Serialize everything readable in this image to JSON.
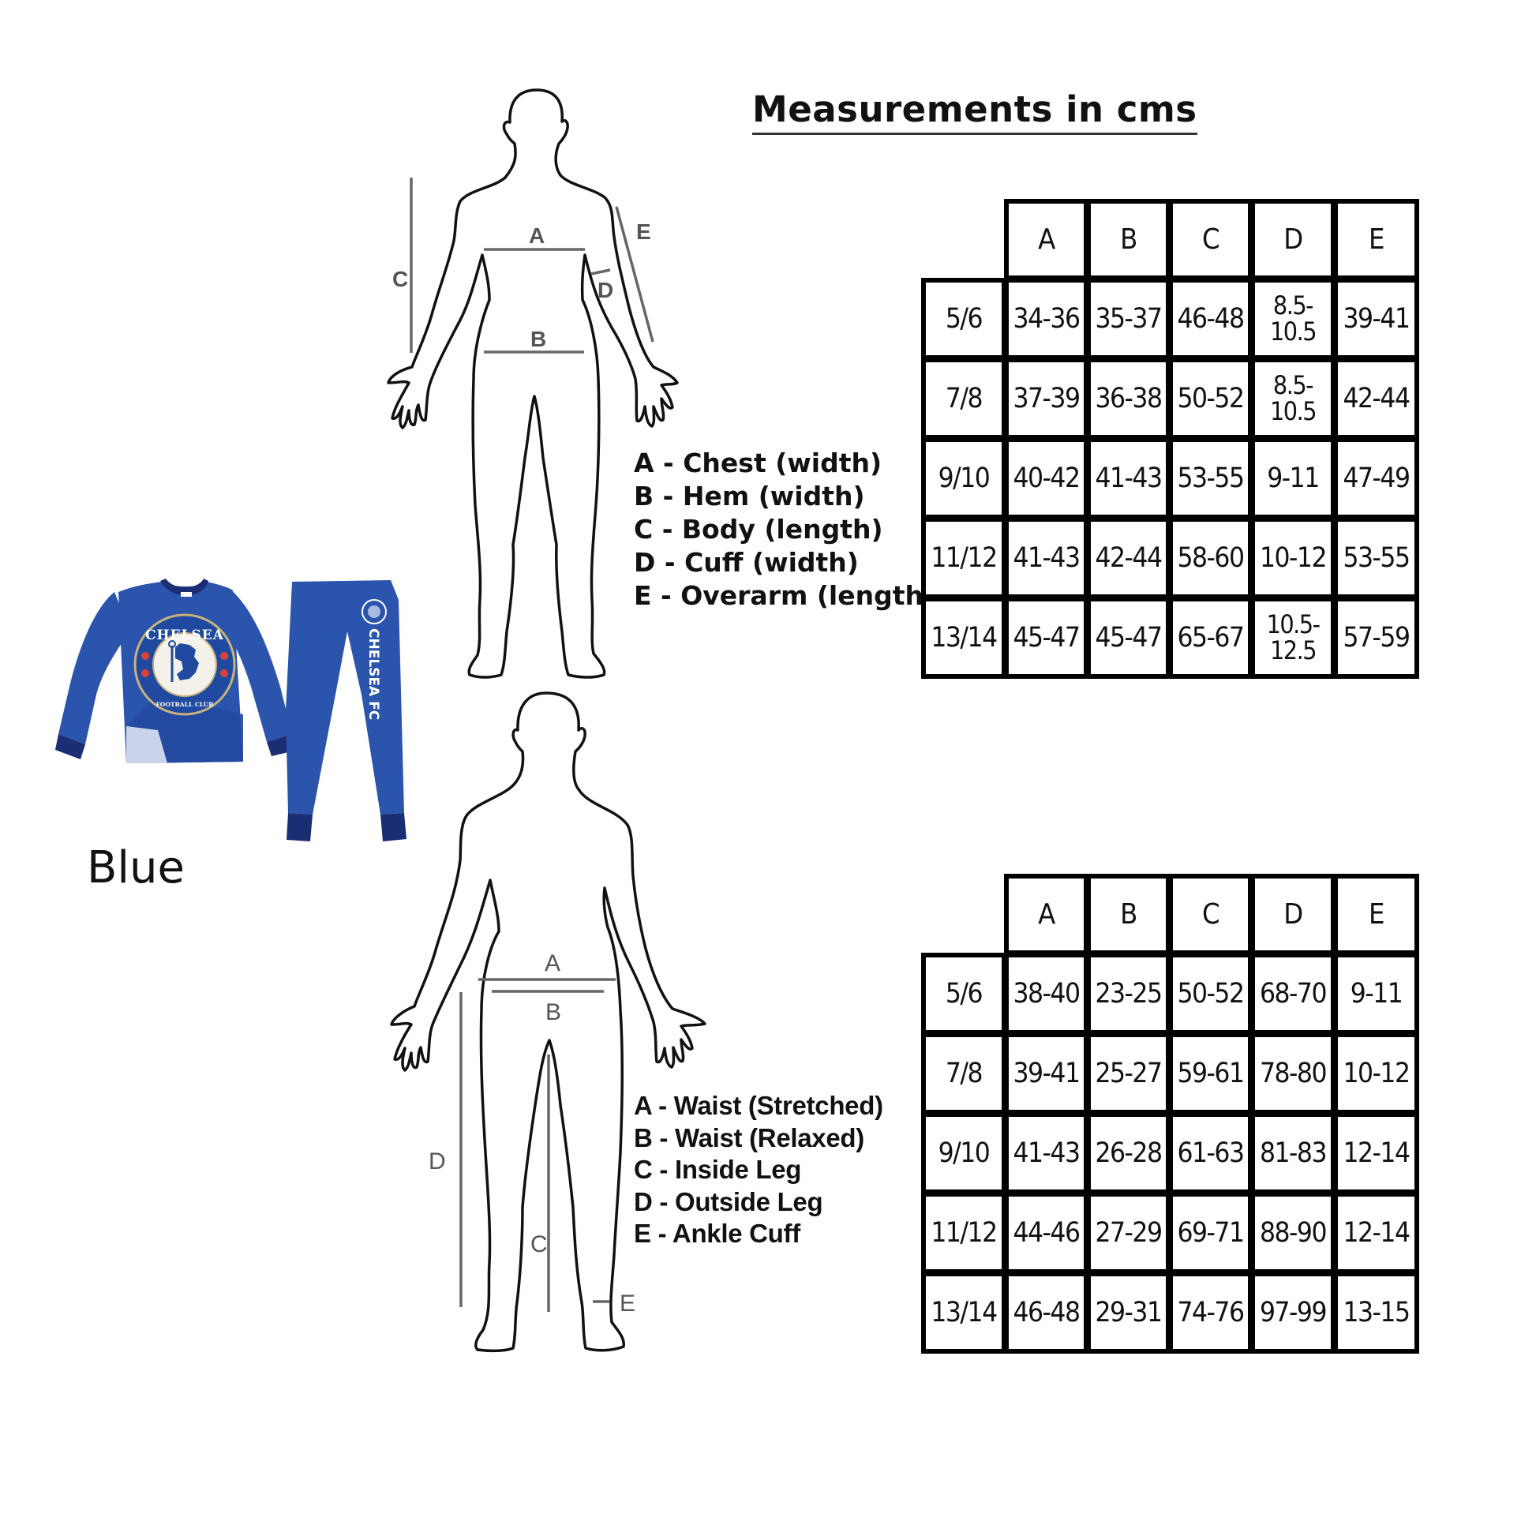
{
  "title": "Measurements in cms",
  "top_section": {
    "figure_labels": {
      "A": "A",
      "B": "B",
      "C": "C",
      "D": "D",
      "E": "E"
    },
    "legend": [
      "A - Chest (width)",
      "B - Hem (width)",
      "C - Body (length)",
      "D - Cuff (width)",
      "E - Overarm (length)"
    ],
    "table": {
      "columns": [
        "A",
        "B",
        "C",
        "D",
        "E"
      ],
      "rows": [
        {
          "size": "5/6",
          "values": [
            "34-36",
            "35-37",
            "46-48",
            "8.5-\n10.5",
            "39-41"
          ]
        },
        {
          "size": "7/8",
          "values": [
            "37-39",
            "36-38",
            "50-52",
            "8.5-\n10.5",
            "42-44"
          ]
        },
        {
          "size": "9/10",
          "values": [
            "40-42",
            "41-43",
            "53-55",
            "9-11",
            "47-49"
          ]
        },
        {
          "size": "11/12",
          "values": [
            "41-43",
            "42-44",
            "58-60",
            "10-12",
            "53-55"
          ]
        },
        {
          "size": "13/14",
          "values": [
            "45-47",
            "45-47",
            "65-67",
            "10.5-\n12.5",
            "57-59"
          ]
        }
      ]
    }
  },
  "bottom_section": {
    "figure_labels": {
      "A": "A",
      "B": "B",
      "C": "C",
      "D": "D",
      "E": "E"
    },
    "legend": [
      "A - Waist (Stretched)",
      "B - Waist (Relaxed)",
      "C - Inside Leg",
      "D - Outside Leg",
      "E - Ankle Cuff"
    ],
    "table": {
      "columns": [
        "A",
        "B",
        "C",
        "D",
        "E"
      ],
      "rows": [
        {
          "size": "5/6",
          "values": [
            "38-40",
            "23-25",
            "50-52",
            "68-70",
            "9-11"
          ]
        },
        {
          "size": "7/8",
          "values": [
            "39-41",
            "25-27",
            "59-61",
            "78-80",
            "10-12"
          ]
        },
        {
          "size": "9/10",
          "values": [
            "41-43",
            "26-28",
            "61-63",
            "81-83",
            "12-14"
          ]
        },
        {
          "size": "11/12",
          "values": [
            "44-46",
            "27-29",
            "69-71",
            "88-90",
            "12-14"
          ]
        },
        {
          "size": "13/14",
          "values": [
            "46-48",
            "29-31",
            "74-76",
            "97-99",
            "13-15"
          ]
        }
      ]
    }
  },
  "product": {
    "color_label": "Blue",
    "crest_top_text": "CHELSEA",
    "crest_bottom_text": "FOOTBALL CLUB",
    "pants_text": "CHELSEA FC",
    "colors": {
      "garment_blue": "#2b54ad",
      "garment_dark": "#1b2d73",
      "crest_gold": "#c8b27c",
      "crest_red": "#d9423c"
    }
  }
}
